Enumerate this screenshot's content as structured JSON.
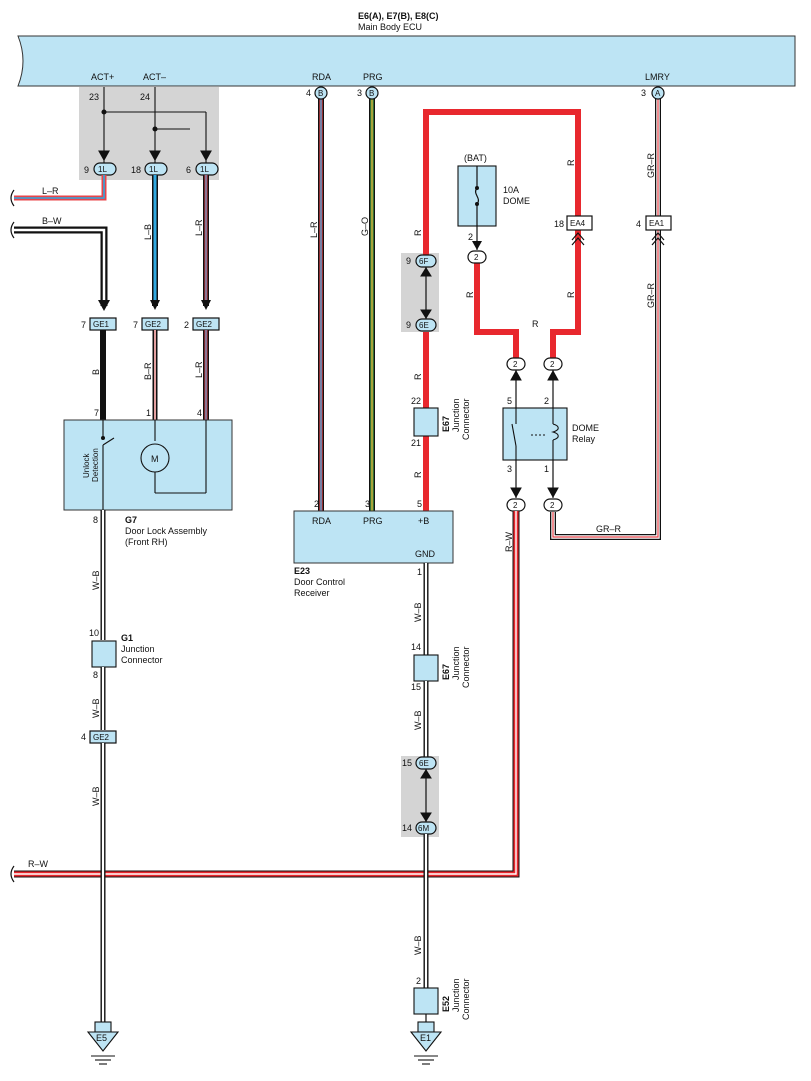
{
  "ecu": {
    "codes": "E6(A), E7(B), E8(C)",
    "name": "Main Body ECU"
  },
  "ecu_pins": {
    "act_plus": {
      "label": "ACT+",
      "pin": "23"
    },
    "act_minus": {
      "label": "ACT–",
      "pin": "24"
    },
    "rda": {
      "label": "RDA",
      "pin": "4",
      "conn": "B"
    },
    "prg": {
      "label": "PRG",
      "pin": "3",
      "conn": "B"
    },
    "lmry": {
      "label": "LMRY",
      "pin": "3",
      "conn": "A"
    }
  },
  "connector_1l": [
    {
      "pin": "9",
      "label": "1L"
    },
    {
      "pin": "18",
      "label": "1L"
    },
    {
      "pin": "6",
      "label": "1L"
    }
  ],
  "connector_ge": [
    {
      "pin": "7",
      "label": "GE1"
    },
    {
      "pin": "7",
      "label": "GE2"
    },
    {
      "pin": "2",
      "label": "GE2"
    }
  ],
  "wire_colors": {
    "lr": "L–R",
    "bw": "B–W",
    "lb": "L–B",
    "b": "B",
    "br": "B–R",
    "go": "G–O",
    "r": "R",
    "grr": "GR–R",
    "rw": "R–W",
    "wb": "W–B"
  },
  "door_lock": {
    "code": "G7",
    "name": "Door Lock Assembly",
    "name2": "(Front RH)",
    "motor": "M",
    "unlock": "Unlock",
    "detection": "Detection",
    "pin7": "7",
    "pin1": "1",
    "pin4": "4",
    "pin8": "8"
  },
  "g1": {
    "code": "G1",
    "name": "Junction",
    "name2": "Connector",
    "pin_in": "10",
    "pin_out": "8"
  },
  "ge2_bottom": {
    "pin": "4",
    "label": "GE2"
  },
  "e5": "E5",
  "door_control": {
    "code": "E23",
    "name": "Door Control",
    "name2": "Receiver",
    "rda": "RDA",
    "prg": "PRG",
    "plus_b": "+B",
    "gnd": "GND",
    "pin_rda": "2",
    "pin_prg": "3",
    "pin_b": "5",
    "pin_gnd": "1"
  },
  "e67": {
    "code": "E67",
    "name": "Junction",
    "name2": "Connector",
    "pin_top_in": "22",
    "pin_top_out": "21",
    "pin_bot_in": "14",
    "pin_bot_out": "15"
  },
  "conn_6f": {
    "pin": "9",
    "label": "6F"
  },
  "conn_6e_top": {
    "pin": "9",
    "label": "6E"
  },
  "conn_6e_bottom": {
    "pin": "15",
    "label": "6E"
  },
  "conn_6m": {
    "pin": "14",
    "label": "6M"
  },
  "e52": {
    "code": "E52",
    "name": "Junction",
    "name2": "Connector",
    "pin": "2"
  },
  "e1": "E1",
  "fuse": {
    "bat": "(BAT)",
    "amp": "10A",
    "name": "DOME",
    "pin": "2",
    "conn": "2"
  },
  "ea4": {
    "pin": "18",
    "label": "EA4"
  },
  "ea1": {
    "pin": "4",
    "label": "EA1"
  },
  "relay": {
    "name": "DOME",
    "name2": "Relay",
    "pin5": "5",
    "pin2": "2",
    "pin3": "3",
    "pin1": "1",
    "conn": "2"
  }
}
